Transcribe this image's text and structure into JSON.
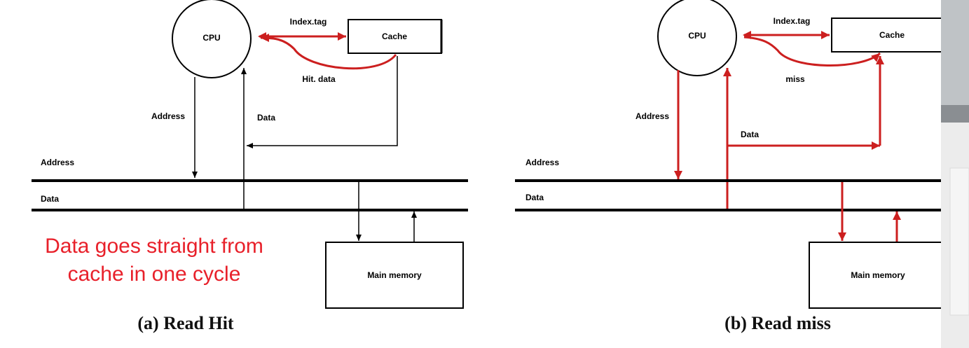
{
  "hit": {
    "cpu": "CPU",
    "cache": "Cache",
    "index_tag": "Index.tag",
    "hit_data": "Hit. data",
    "address_arrow": "Address",
    "data_arrow": "Data",
    "bus_address": "Address",
    "bus_data": "Data",
    "main_memory": "Main memory",
    "caption": "(a) Read Hit",
    "note_line1": "Data goes straight from",
    "note_line2": "cache in one cycle"
  },
  "miss": {
    "cpu": "CPU",
    "cache": "Cache",
    "index_tag": "Index.tag",
    "miss": "miss",
    "address_arrow": "Address",
    "data_arrow": "Data",
    "bus_address": "Address",
    "bus_data": "Data",
    "main_memory": "Main memory",
    "caption": "(b) Read miss"
  },
  "colors": {
    "highlight": "#cc1f1f",
    "note": "#e8202a"
  }
}
